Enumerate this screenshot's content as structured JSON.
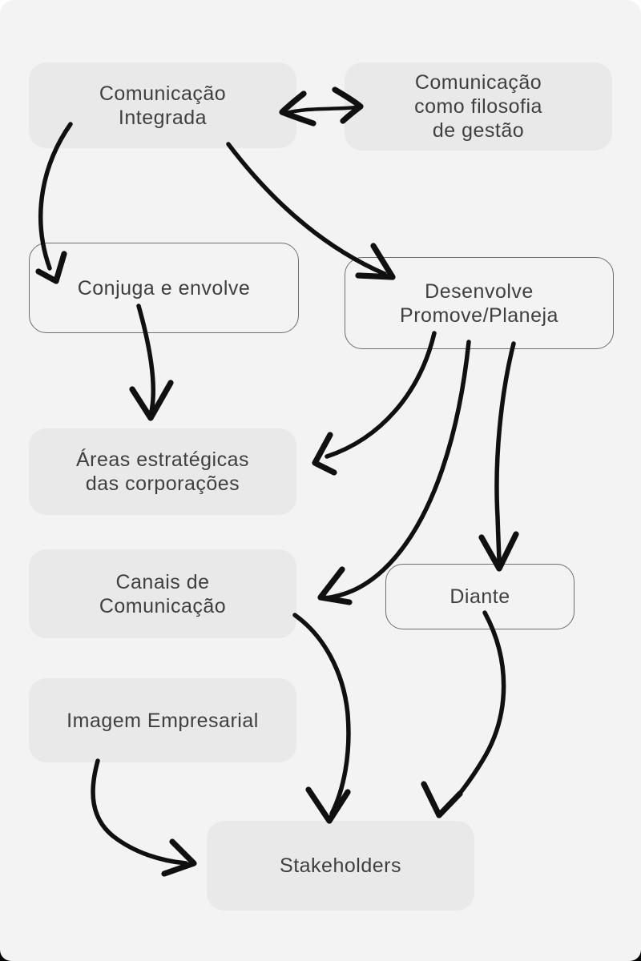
{
  "diagram": {
    "colors": {
      "background": "#f3f3f3",
      "node_fill": "#e9e9e9",
      "node_border": "#6e6e6e",
      "text": "#3f3f3f",
      "arrow": "#101010"
    },
    "nodes": {
      "integrada": {
        "line1": "Comunicação",
        "line2": "Integrada"
      },
      "filosofia": {
        "line1": "Comunicação",
        "line2": "como filosofia",
        "line3": "de gestão"
      },
      "conjuga": {
        "line1": "Conjuga e envolve"
      },
      "desenvolve": {
        "line1": "Desenvolve",
        "line2": "Promove/Planeja"
      },
      "areas": {
        "line1": "Áreas estratégicas",
        "line2": "das corporações"
      },
      "canais": {
        "line1": "Canais de",
        "line2": "Comunicação"
      },
      "diante": {
        "line1": "Diante"
      },
      "imagem": {
        "line1": "Imagem Empresarial"
      },
      "stakeholders": {
        "line1": "Stakeholders"
      }
    },
    "edges": [
      {
        "from": "integrada",
        "to": "filosofia",
        "type": "double-arrow"
      },
      {
        "from": "integrada",
        "to": "conjuga",
        "type": "arrow"
      },
      {
        "from": "integrada",
        "to": "desenvolve",
        "type": "arrow"
      },
      {
        "from": "conjuga",
        "to": "areas",
        "type": "arrow"
      },
      {
        "from": "desenvolve",
        "to": "areas",
        "type": "arrow"
      },
      {
        "from": "desenvolve",
        "to": "canais",
        "type": "arrow"
      },
      {
        "from": "desenvolve",
        "to": "diante",
        "type": "arrow"
      },
      {
        "from": "canais",
        "to": "stakeholders",
        "type": "arrow"
      },
      {
        "from": "diante",
        "to": "stakeholders",
        "type": "arrow"
      },
      {
        "from": "imagem",
        "to": "stakeholders",
        "type": "arrow"
      }
    ]
  }
}
